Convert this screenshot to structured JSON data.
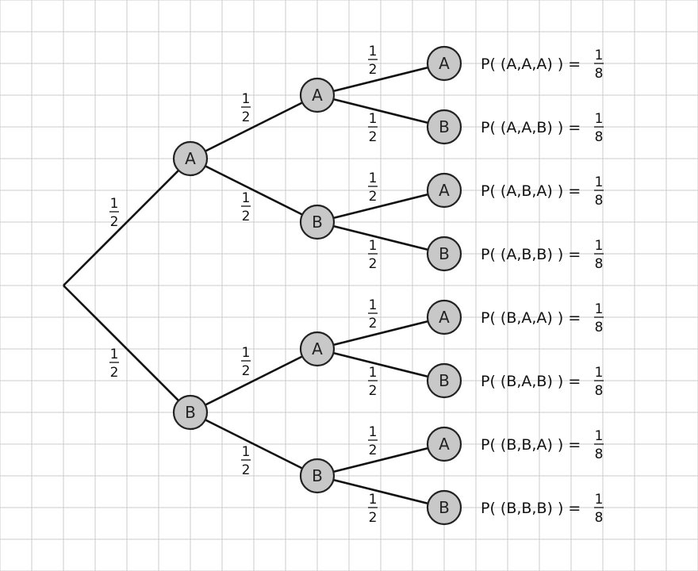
{
  "tree": {
    "root": "",
    "level1": [
      {
        "id": "A",
        "label": "A",
        "prob": {
          "num": "1",
          "den": "2"
        }
      },
      {
        "id": "B",
        "label": "B",
        "prob": {
          "num": "1",
          "den": "2"
        }
      }
    ],
    "level2": [
      {
        "id": "AA",
        "parent": "A",
        "label": "A",
        "prob": {
          "num": "1",
          "den": "2"
        }
      },
      {
        "id": "AB",
        "parent": "A",
        "label": "B",
        "prob": {
          "num": "1",
          "den": "2"
        }
      },
      {
        "id": "BA",
        "parent": "B",
        "label": "A",
        "prob": {
          "num": "1",
          "den": "2"
        }
      },
      {
        "id": "BB",
        "parent": "B",
        "label": "B",
        "prob": {
          "num": "1",
          "den": "2"
        }
      }
    ],
    "level3": [
      {
        "id": "AAA",
        "parent": "AA",
        "label": "A",
        "prob": {
          "num": "1",
          "den": "2"
        },
        "outcome": {
          "text": "P( (A,A,A) ) =",
          "num": "1",
          "den": "8"
        }
      },
      {
        "id": "AAB",
        "parent": "AA",
        "label": "B",
        "prob": {
          "num": "1",
          "den": "2"
        },
        "outcome": {
          "text": "P( (A,A,B) ) =",
          "num": "1",
          "den": "8"
        }
      },
      {
        "id": "ABA",
        "parent": "AB",
        "label": "A",
        "prob": {
          "num": "1",
          "den": "2"
        },
        "outcome": {
          "text": "P( (A,B,A) ) =",
          "num": "1",
          "den": "8"
        }
      },
      {
        "id": "ABB",
        "parent": "AB",
        "label": "B",
        "prob": {
          "num": "1",
          "den": "2"
        },
        "outcome": {
          "text": "P( (A,B,B) ) =",
          "num": "1",
          "den": "8"
        }
      },
      {
        "id": "BAA",
        "parent": "BA",
        "label": "A",
        "prob": {
          "num": "1",
          "den": "2"
        },
        "outcome": {
          "text": "P( (B,A,A) ) =",
          "num": "1",
          "den": "8"
        }
      },
      {
        "id": "BAB",
        "parent": "BA",
        "label": "B",
        "prob": {
          "num": "1",
          "den": "2"
        },
        "outcome": {
          "text": "P( (B,A,B) ) =",
          "num": "1",
          "den": "8"
        }
      },
      {
        "id": "BBA",
        "parent": "BB",
        "label": "A",
        "prob": {
          "num": "1",
          "den": "2"
        },
        "outcome": {
          "text": "P( (B,B,A) ) =",
          "num": "1",
          "den": "8"
        }
      },
      {
        "id": "BBB",
        "parent": "BB",
        "label": "B",
        "prob": {
          "num": "1",
          "den": "2"
        },
        "outcome": {
          "text": "P( (B,B,B) ) =",
          "num": "1",
          "den": "8"
        }
      }
    ]
  },
  "colors": {
    "node_fill": "#c8c8c8",
    "node_stroke": "#222222",
    "edge": "#111111",
    "grid": "#cccccc",
    "background": "#ffffff"
  }
}
